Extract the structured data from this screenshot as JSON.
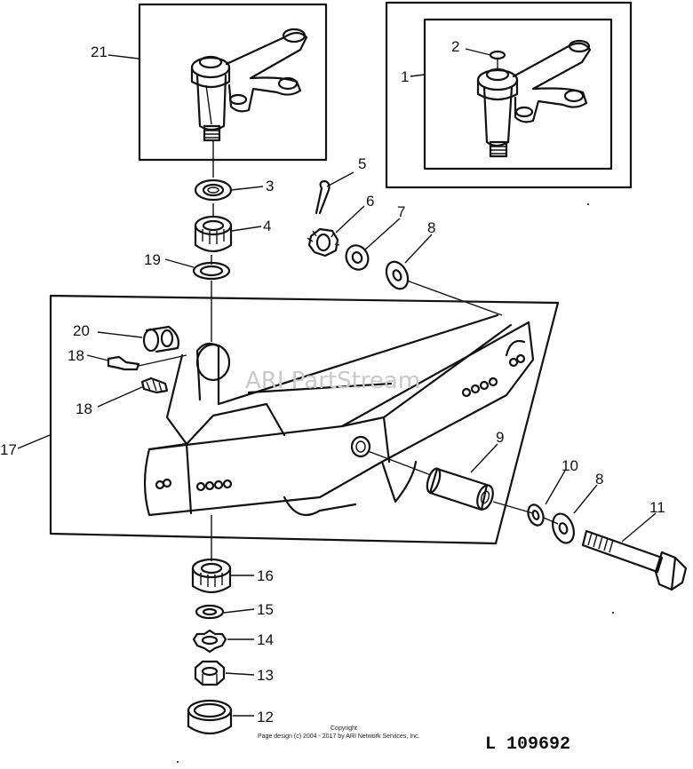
{
  "labels": {
    "p1": "1",
    "p2": "2",
    "p3": "3",
    "p4": "4",
    "p5": "5",
    "p6": "6",
    "p7": "7",
    "p8a": "8",
    "p8b": "8",
    "p9": "9",
    "p10": "10",
    "p11": "11",
    "p12": "12",
    "p13": "13",
    "p14": "14",
    "p15": "15",
    "p16": "16",
    "p17": "17",
    "p18a": "18",
    "p18b": "18",
    "p19": "19",
    "p20": "20",
    "p21": "21"
  },
  "watermark": "ARI PartStream",
  "copyright_line1": "Copyright",
  "copyright_line2": "Page design (c) 2004 - 2017 by ARI Network Services, Inc.",
  "drawing_number": "L 109692"
}
